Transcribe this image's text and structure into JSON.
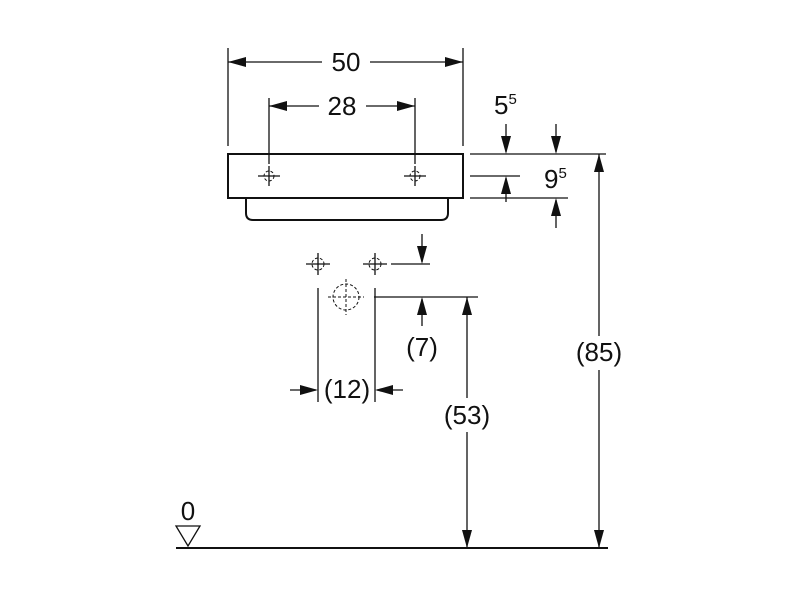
{
  "dimensions": {
    "overall_width": "50",
    "tap_hole_spacing": "28",
    "top_offset_base": "5",
    "top_offset_sup": "5",
    "rim_height_base": "9",
    "rim_height_sup": "5",
    "waste_drop": "(7)",
    "trap_width": "(12)",
    "waste_height": "(53)",
    "rim_height_total": "(85)",
    "floor_level": "0"
  },
  "colors": {
    "line": "#111111",
    "background": "#ffffff"
  }
}
